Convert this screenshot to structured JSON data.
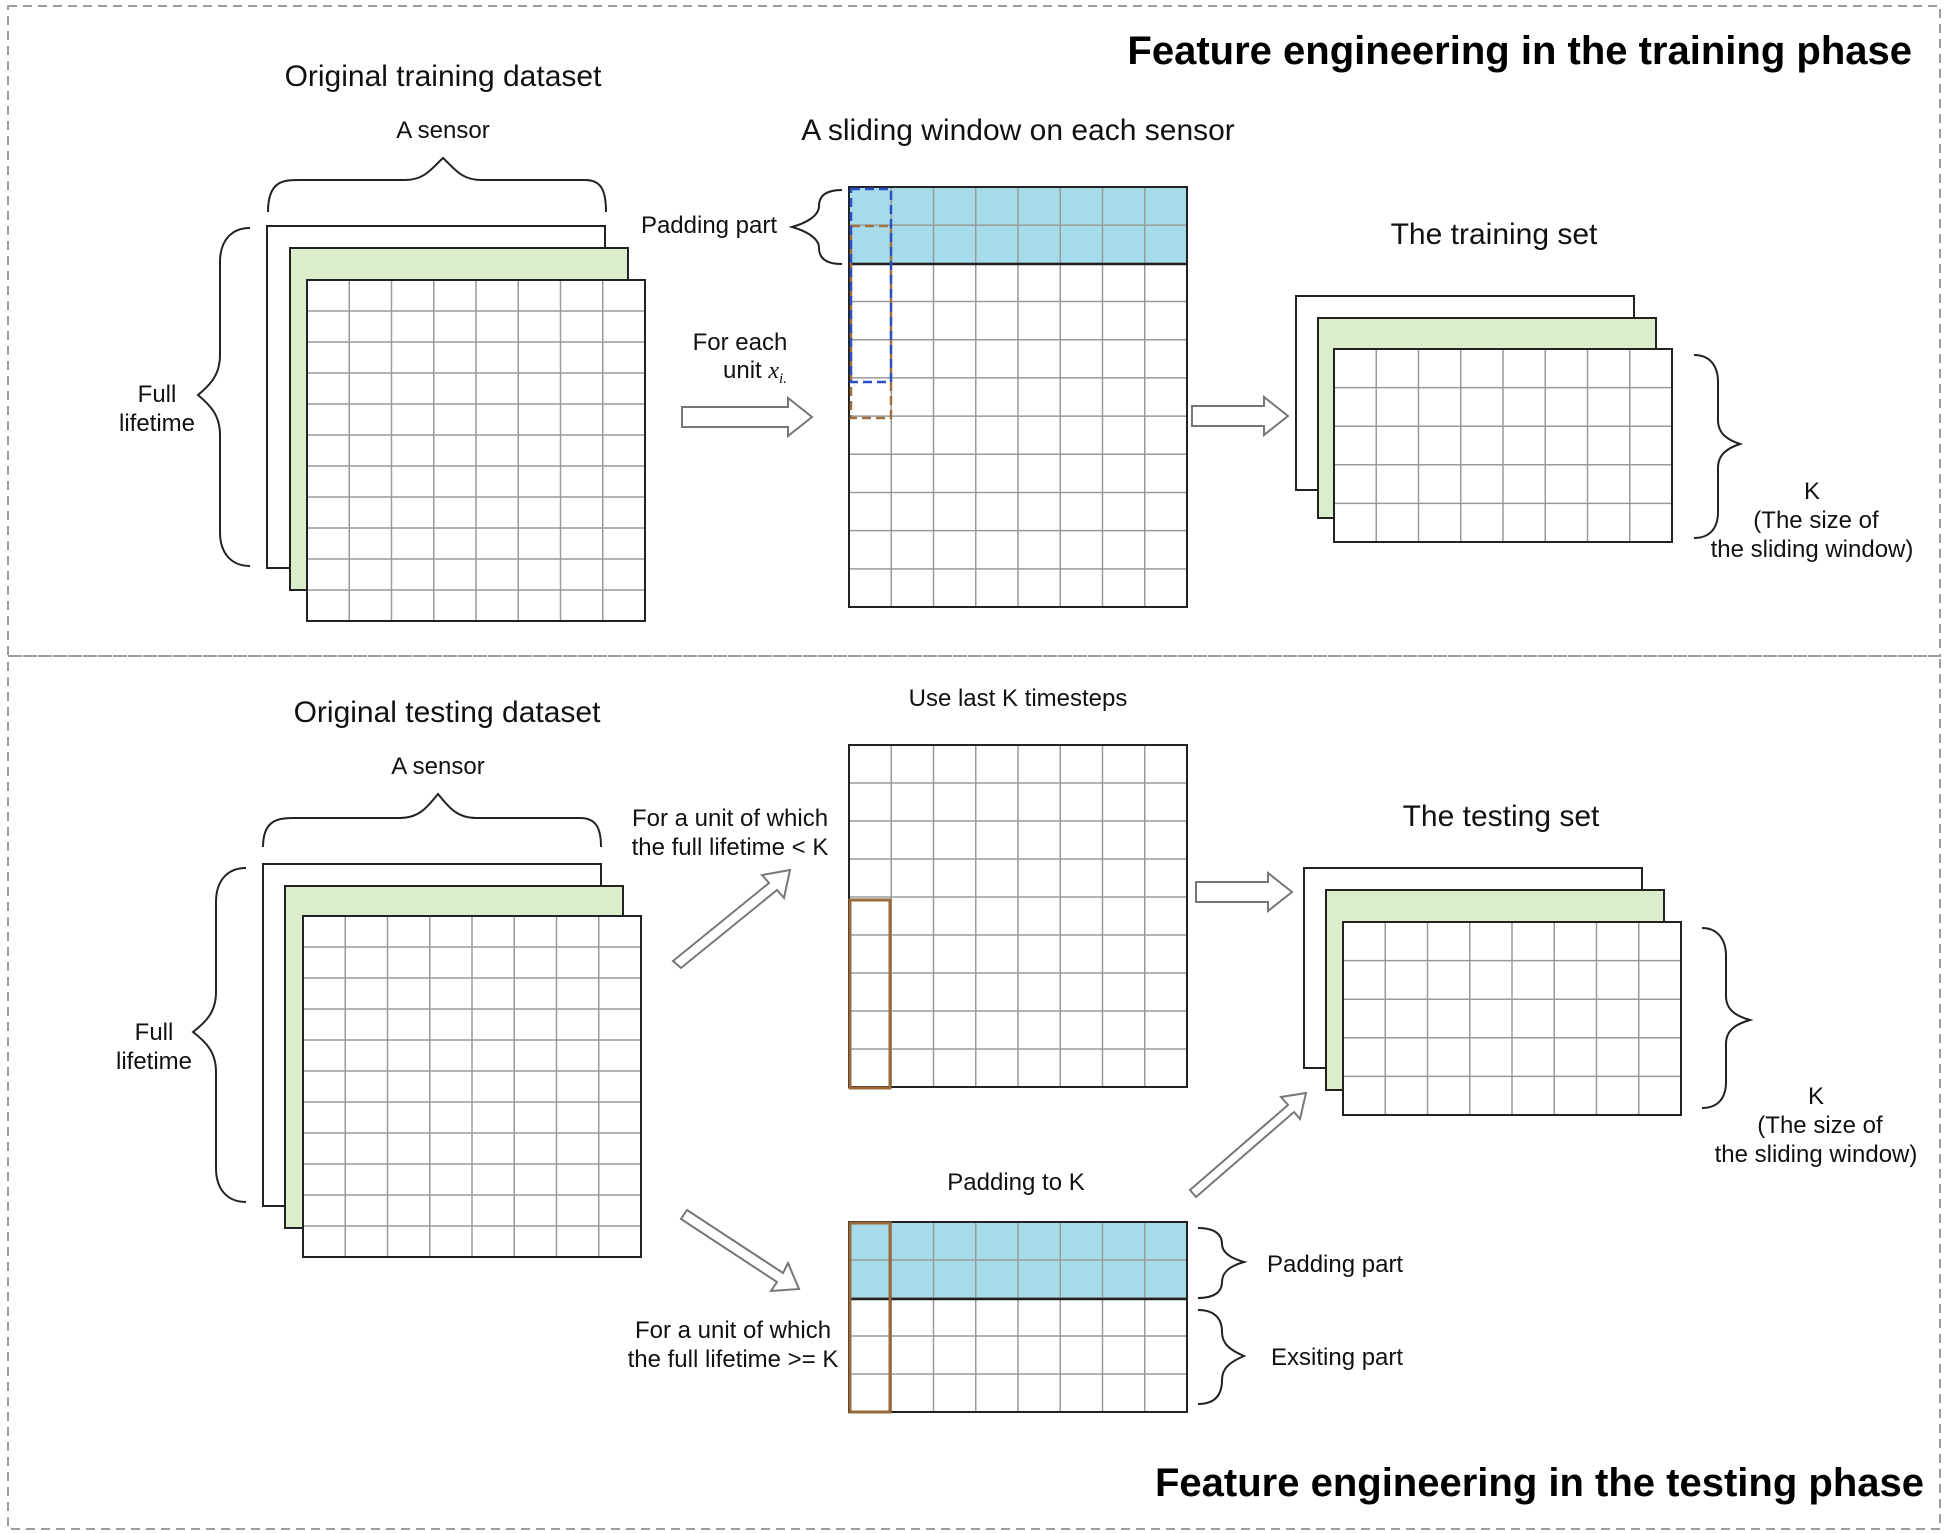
{
  "colors": {
    "green_fill": "#dcedcb",
    "blue_fill": "#a6dcea",
    "grid_line": "#9a9a9a",
    "frame": "#222222",
    "dash_blue": "#2b4fc4",
    "dash_brown": "#a07040",
    "brown_box": "#9a6b3a",
    "section_border": "#9c9c9c"
  },
  "training": {
    "title": "Feature engineering in the training phase",
    "original_title": "Original training dataset",
    "sensor_label": "A sensor",
    "full_label_1": "Full",
    "full_label_2": "lifetime",
    "sliding_title": "A sliding window on each sensor",
    "padding_label": "Padding part",
    "for_each_1": "For each",
    "for_each_2": "unit",
    "unit_var": "x",
    "unit_sub": "i.",
    "set_title": "The training set",
    "k_label": "K",
    "k_desc_1": "(The size of",
    "k_desc_2": "the sliding window)"
  },
  "testing": {
    "title": "Feature engineering in the testing phase",
    "original_title": "Original testing dataset",
    "sensor_label": "A sensor",
    "full_label_1": "Full",
    "full_label_2": "lifetime",
    "use_last": "Use last  K timesteps",
    "unit_less_1": "For a unit of which",
    "unit_less_2": "the full lifetime < K",
    "unit_geq_1": "For a unit of which",
    "unit_geq_2": "the full lifetime >= K",
    "padding_to_k": "Padding to K",
    "padding_part": "Padding part",
    "existing_part": "Exsiting part",
    "set_title": "The testing set",
    "k_label": "K",
    "k_desc_1": "(The size of",
    "k_desc_2": "the sliding window)"
  }
}
